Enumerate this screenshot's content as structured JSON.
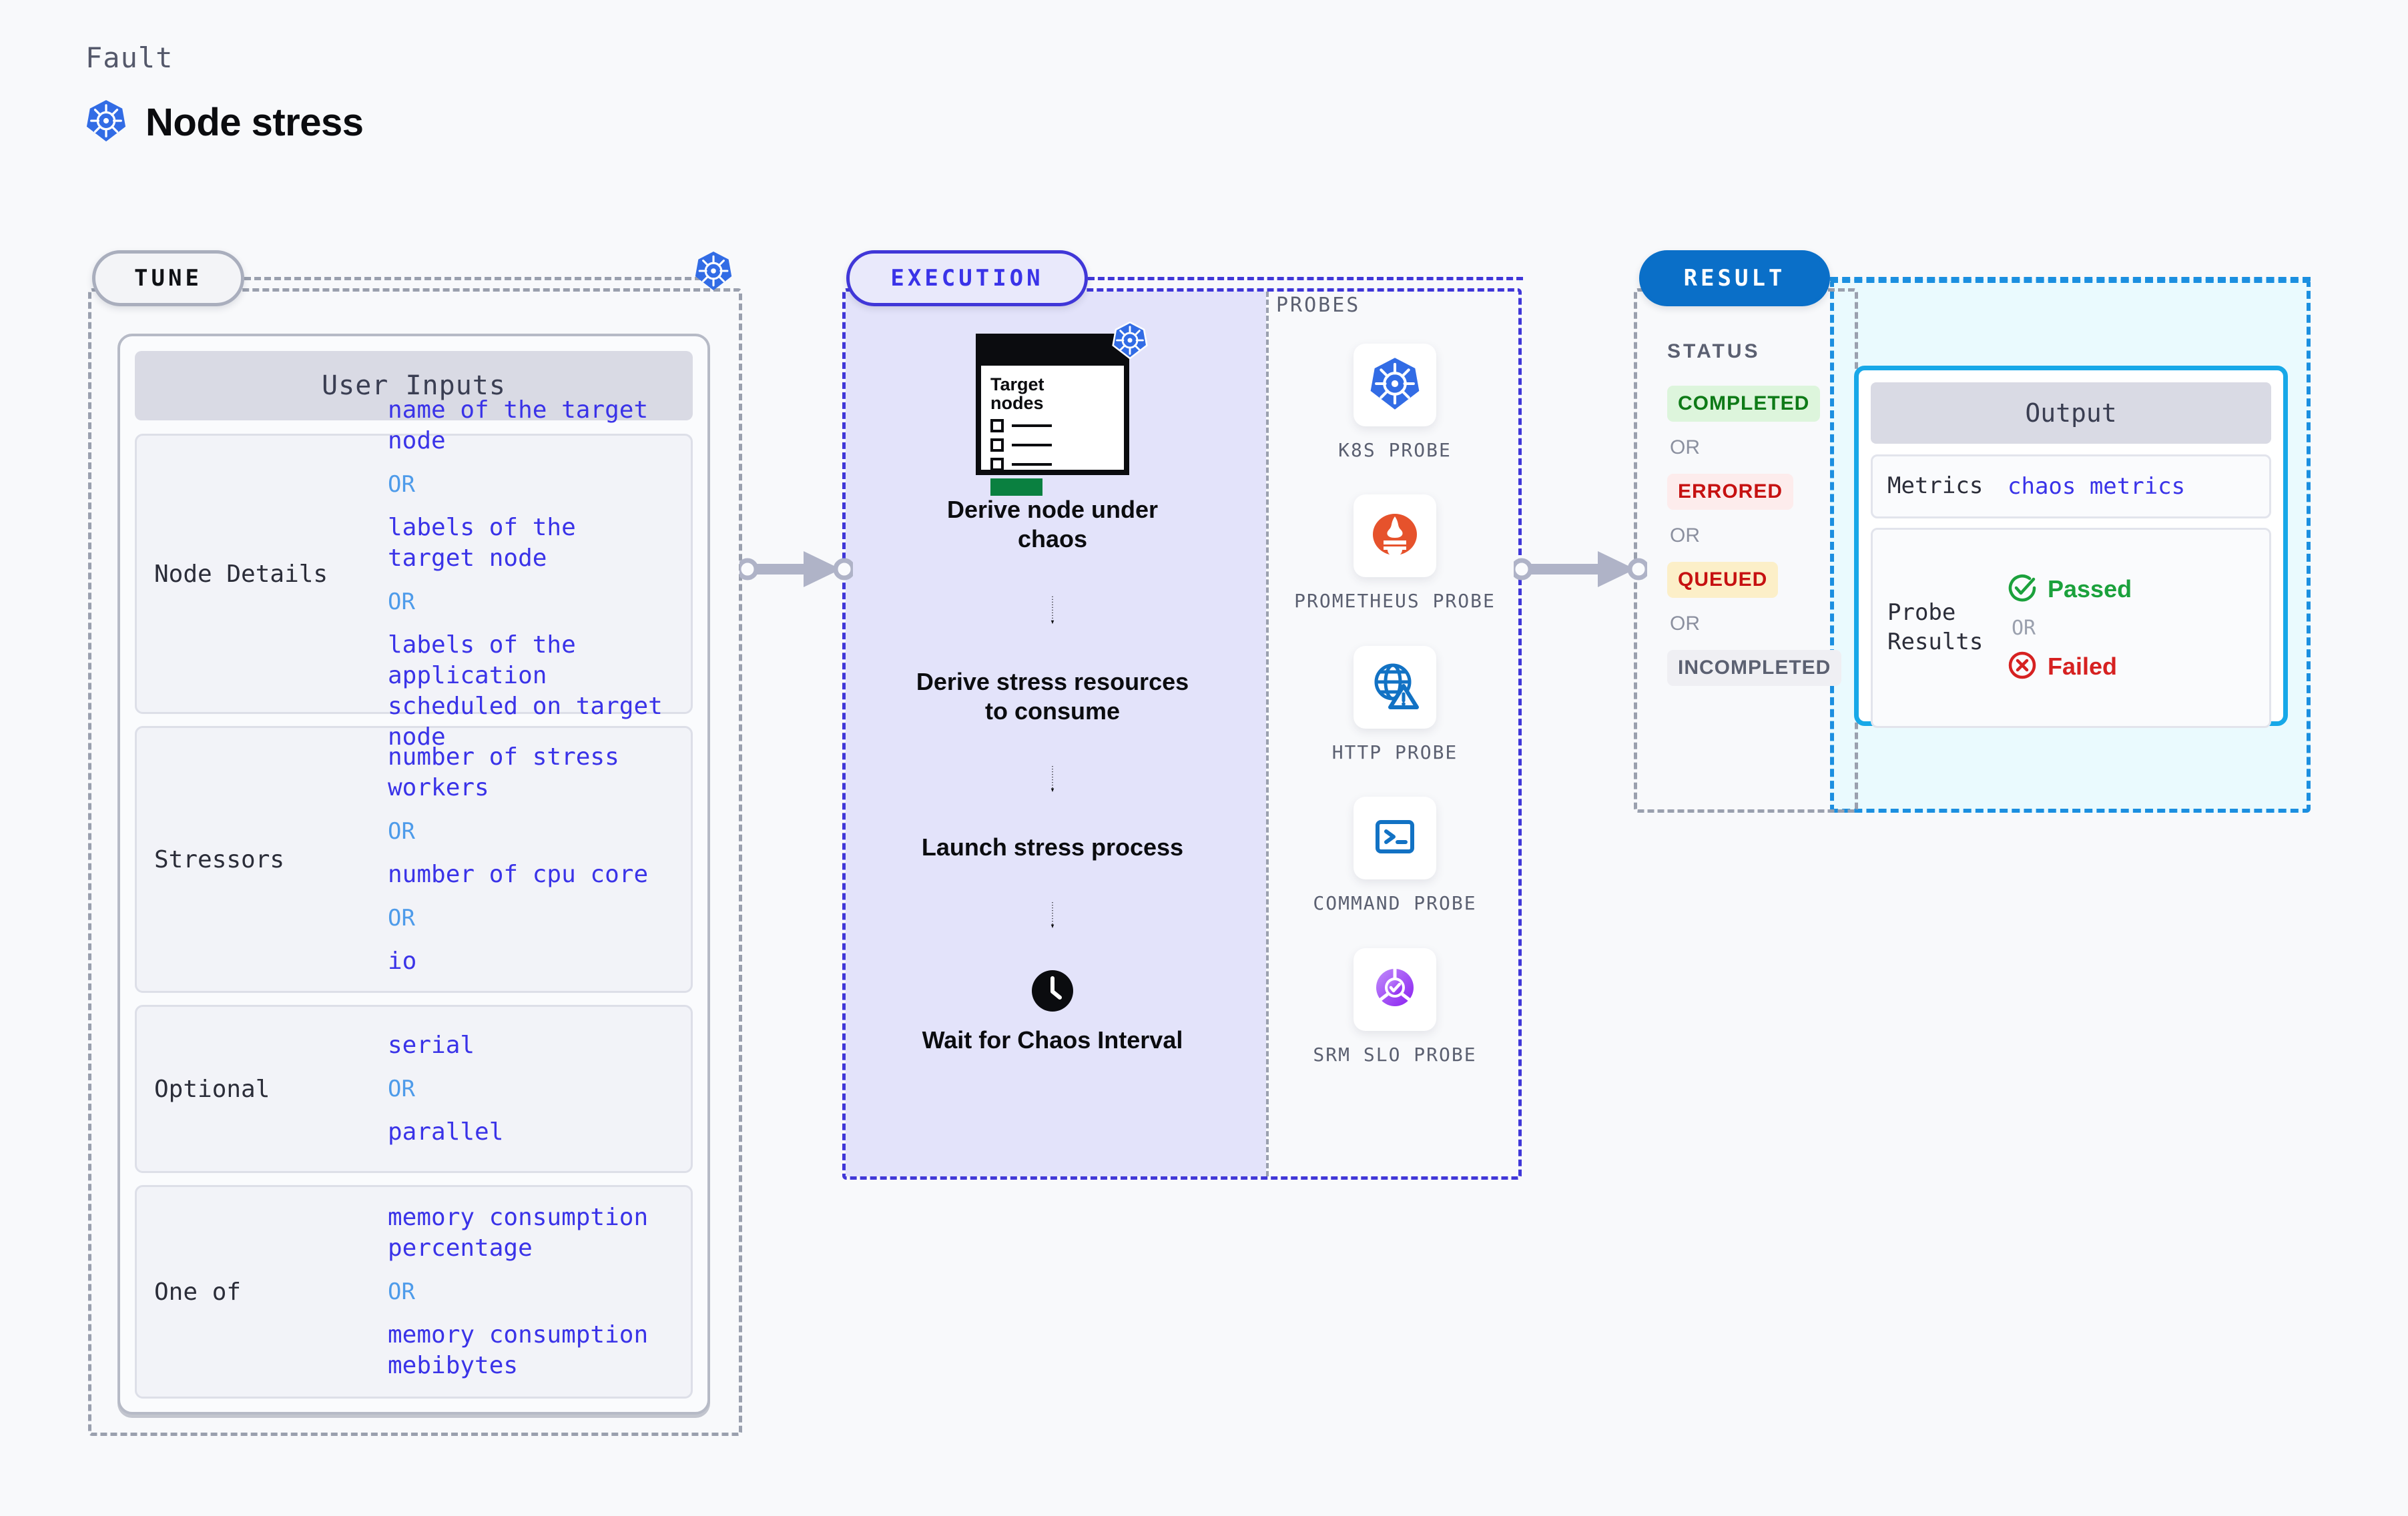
{
  "header": {
    "kind_label": "Fault",
    "title": "Node stress",
    "icon": "kubernetes-icon"
  },
  "colors": {
    "k8s_blue": "#326CE5",
    "indigo": "#3A33E8",
    "or_blue": "#4E9BEA",
    "result_blue": "#0A6FC8",
    "output_cyan": "#17A8E8",
    "prometheus_orange": "#E6522C",
    "passed_green": "#1BA13C",
    "failed_red": "#D62121"
  },
  "tune": {
    "badge": "TUNE",
    "icon": "kubernetes-icon",
    "card_title": "User Inputs",
    "rows": [
      {
        "key": "Node Details",
        "values": [
          "name of the target node",
          "labels of the target node",
          "labels of the application scheduled on target node"
        ],
        "separator": "OR"
      },
      {
        "key": "Stressors",
        "values": [
          "number of stress workers",
          "number of cpu core",
          "io"
        ],
        "separator": "OR"
      },
      {
        "key": "Optional",
        "values": [
          "serial",
          "parallel"
        ],
        "separator": "OR"
      },
      {
        "key": "One of",
        "values": [
          "memory consumption percentage",
          "memory consumption mebibytes"
        ],
        "separator": "OR"
      }
    ]
  },
  "execution": {
    "badge": "EXECUTION",
    "target_card": {
      "title_line1": "Target",
      "title_line2": "nodes",
      "icon": "kubernetes-icon"
    },
    "steps": [
      {
        "label": "Derive node under chaos",
        "icon": "target-nodes-card-icon"
      },
      {
        "label": "Derive stress resources to consume",
        "icon": ""
      },
      {
        "label": "Launch stress process",
        "icon": ""
      },
      {
        "label": "Wait for Chaos Interval",
        "icon": "clock-icon"
      }
    ],
    "probes_title": "PROBES",
    "probes": [
      {
        "name": "K8S PROBE",
        "icon": "kubernetes-icon"
      },
      {
        "name": "PROMETHEUS PROBE",
        "icon": "prometheus-icon"
      },
      {
        "name": "HTTP PROBE",
        "icon": "globe-warning-icon"
      },
      {
        "name": "COMMAND PROBE",
        "icon": "terminal-icon"
      },
      {
        "name": "SRM SLO PROBE",
        "icon": "slo-check-icon"
      }
    ]
  },
  "result": {
    "badge": "RESULT",
    "status_title": "STATUS",
    "separator": "OR",
    "statuses": [
      {
        "label": "COMPLETED",
        "bg": "#DDF5DC",
        "fg": "#0E7A17"
      },
      {
        "label": "ERRORED",
        "bg": "#FDECEC",
        "fg": "#C61111"
      },
      {
        "label": "QUEUED",
        "bg": "#FCEFC8",
        "fg": "#C61111"
      },
      {
        "label": "INCOMPLETED",
        "bg": "#EFEFF3",
        "fg": "#5B6071"
      }
    ],
    "output": {
      "title": "Output",
      "metrics_key": "Metrics",
      "metrics_value": "chaos metrics",
      "probe_results_key": "Probe Results",
      "passed_label": "Passed",
      "failed_label": "Failed",
      "separator": "OR"
    }
  }
}
